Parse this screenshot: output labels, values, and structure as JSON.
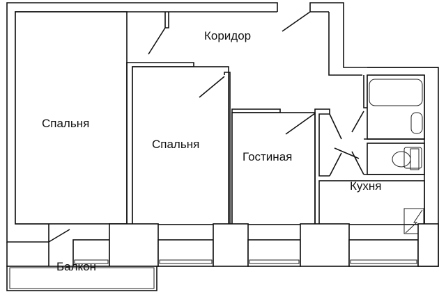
{
  "rooms": {
    "corridor": "Коридор",
    "bedroom_1": "Спальня",
    "bedroom_2": "Спальня",
    "living_room": "Гостиная",
    "kitchen": "Кухня",
    "balcony": "Балкон"
  }
}
